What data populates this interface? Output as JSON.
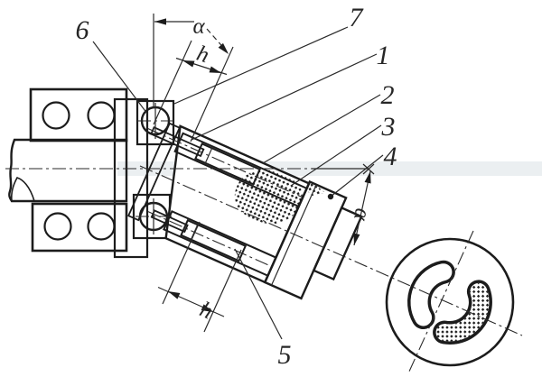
{
  "figure": {
    "part_labels": {
      "p1": "1",
      "p2": "2",
      "p3": "3",
      "p4": "4",
      "p5": "5",
      "p6": "6",
      "p7": "7"
    },
    "dims": {
      "alpha": "α",
      "h": "h"
    },
    "colors": {
      "ink": "#1c1c1c",
      "paper": "#ffffff"
    }
  }
}
